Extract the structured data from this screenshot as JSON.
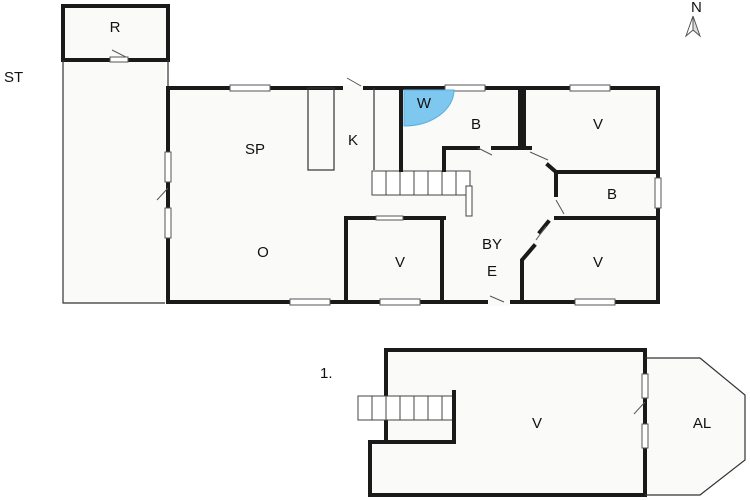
{
  "labels": {
    "storage": "R",
    "side": "ST",
    "sleep": "SP",
    "kitchen": "K",
    "wardrobe": "W",
    "bath_top": "B",
    "room_ne": "V",
    "bath_mid": "B",
    "living": "O",
    "room_mid": "V",
    "hall_by": "BY",
    "hall_e": "E",
    "room_se": "V",
    "floor_number": "1.",
    "upper_room": "V",
    "alcove": "AL",
    "north": "N"
  },
  "colors": {
    "wall": "#1a1a1a",
    "wardrobe_fill": "#7ec8f0"
  }
}
